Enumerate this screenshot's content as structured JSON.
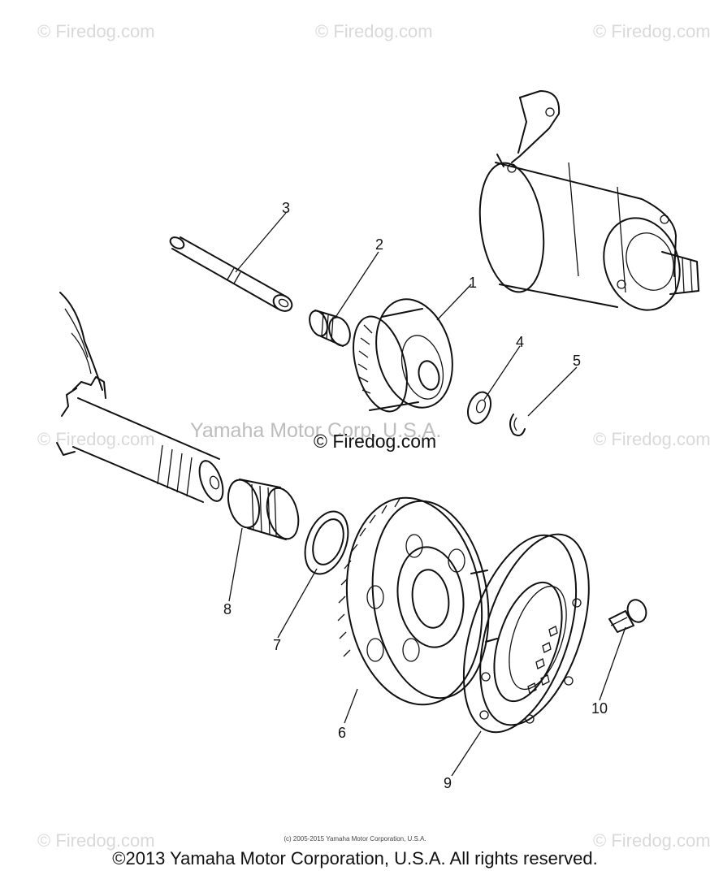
{
  "watermarks": {
    "site": "© Firedog.com",
    "center_brand": "Yamaha Motor Corp. U.S.A.",
    "center_site": "© Firedog.com"
  },
  "parts": [
    {
      "id": "1",
      "label": "1"
    },
    {
      "id": "2",
      "label": "2"
    },
    {
      "id": "3",
      "label": "3"
    },
    {
      "id": "4",
      "label": "4"
    },
    {
      "id": "5",
      "label": "5"
    },
    {
      "id": "6",
      "label": "6"
    },
    {
      "id": "7",
      "label": "7"
    },
    {
      "id": "8",
      "label": "8"
    },
    {
      "id": "9",
      "label": "9"
    },
    {
      "id": "10",
      "label": "10"
    }
  ],
  "footer": {
    "small": "(c) 2005-2015 Yamaha Motor Corporation, U.S.A.",
    "main": "©2013 Yamaha Motor Corporation, U.S.A. All rights reserved."
  }
}
